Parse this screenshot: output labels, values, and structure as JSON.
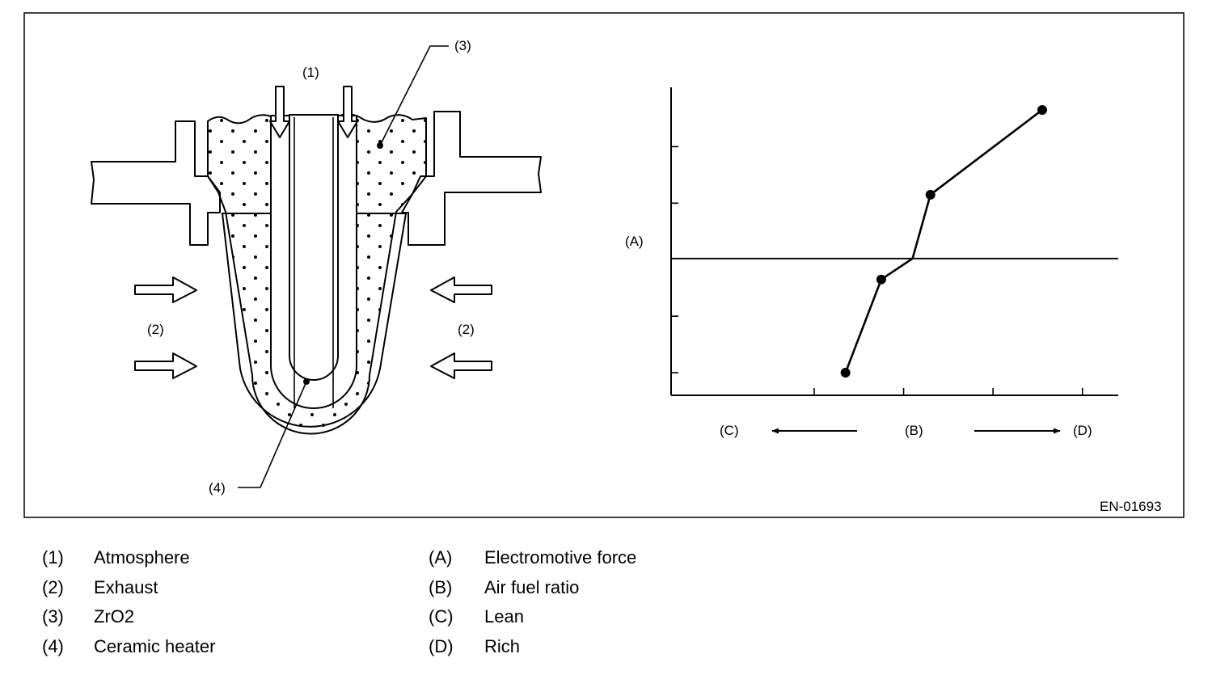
{
  "figure_code": "EN-01693",
  "sensor_callouts": {
    "atmosphere": "(1)",
    "exhaust_left": "(2)",
    "exhaust_right": "(2)",
    "zro2": "(3)",
    "ceramic_heater": "(4)"
  },
  "graph_callouts": {
    "y_axis": "(A)",
    "x_axis": "(B)",
    "left": "(C)",
    "right": "(D)"
  },
  "chart_data": {
    "type": "line",
    "title": "",
    "xlabel": "(B)",
    "ylabel": "(A)",
    "x": [
      0.95,
      1.35,
      1.9,
      3.15
    ],
    "y": [
      0.15,
      1.8,
      3.3,
      4.8
    ],
    "xlim": [
      -1.0,
      4.0
    ],
    "ylim": [
      -0.25,
      5.2
    ],
    "reference_line_y": 2.17,
    "x_ticks": [
      0.6,
      1.6,
      2.6,
      3.6
    ],
    "y_ticks": [
      0.15,
      1.15,
      3.15,
      4.15
    ],
    "grid": false,
    "axis_values_printed": false
  },
  "legend": {
    "left": [
      {
        "key": "(1)",
        "label": "Atmosphere"
      },
      {
        "key": "(2)",
        "label": "Exhaust"
      },
      {
        "key": "(3)",
        "label": "ZrO2"
      },
      {
        "key": "(4)",
        "label": "Ceramic heater"
      }
    ],
    "right": [
      {
        "key": "(A)",
        "label": "Electromotive force"
      },
      {
        "key": "(B)",
        "label": "Air fuel ratio"
      },
      {
        "key": "(C)",
        "label": "Lean"
      },
      {
        "key": "(D)",
        "label": "Rich"
      }
    ]
  }
}
